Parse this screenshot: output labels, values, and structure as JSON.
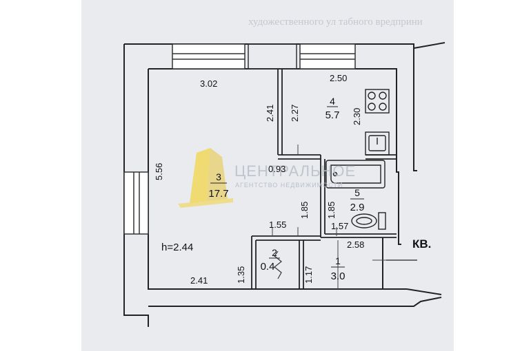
{
  "plan": {
    "note_top": "художественного ул табного вредприни",
    "note_bottom": "",
    "apartment_label": "КВ.",
    "ceiling_height": "h=2.44",
    "watermark": {
      "name": "ЦЕНТРАЛЬНОЕ",
      "subtitle": "АГЕНТСТВО НЕДВИЖИМОСТИ"
    },
    "rooms": [
      {
        "number": "1",
        "area": "3.0"
      },
      {
        "number": "2",
        "area": "0.4"
      },
      {
        "number": "3",
        "area": "17.7"
      },
      {
        "number": "4",
        "area": "5.7"
      },
      {
        "number": "5",
        "area": "2.9"
      }
    ],
    "dimensions": {
      "d302": "3.02",
      "d250": "2.50",
      "d241a": "2.41",
      "d227": "2.27",
      "d230": "2.30",
      "d556": "5.56",
      "d093": "0.93",
      "d185a": "1.85",
      "d185b": "1.85",
      "d155": "1.55",
      "d157": "1.57",
      "d258": "2.58",
      "d135": "1.35",
      "d117": "1.17",
      "d241b": "2.41"
    }
  }
}
